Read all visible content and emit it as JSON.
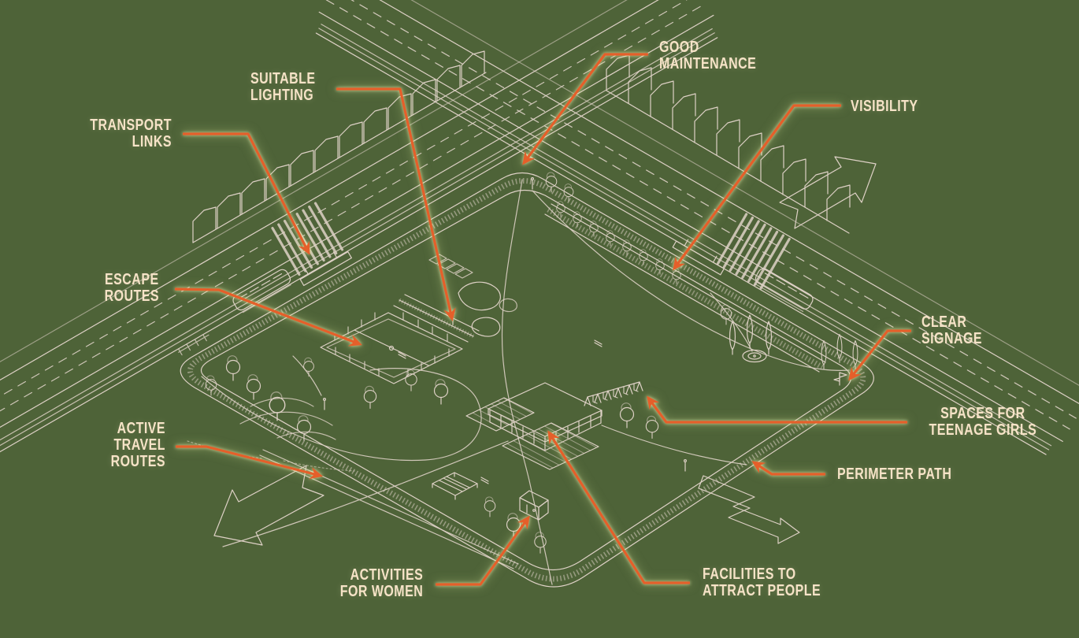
{
  "colors": {
    "background": "#4e6338",
    "line_art": "#ded1c6",
    "label_text": "#f6e3c7",
    "arrow": "#e55f2a"
  },
  "diagram": {
    "subject": "isometric park plan with safety design annotations"
  },
  "labels": [
    {
      "id": "suitable-lighting",
      "lines": [
        "SUITABLE",
        "LIGHTING"
      ]
    },
    {
      "id": "transport-links",
      "lines": [
        "TRANSPORT",
        "LINKS"
      ]
    },
    {
      "id": "good-maintenance",
      "lines": [
        "GOOD",
        "MAINTENANCE"
      ]
    },
    {
      "id": "visibility",
      "lines": [
        "VISIBILITY"
      ]
    },
    {
      "id": "escape-routes",
      "lines": [
        "ESCAPE",
        "ROUTES"
      ]
    },
    {
      "id": "clear-signage",
      "lines": [
        "CLEAR",
        "SIGNAGE"
      ]
    },
    {
      "id": "spaces-for-teenage-girls",
      "lines": [
        "SPACES FOR",
        "TEENAGE GIRLS"
      ]
    },
    {
      "id": "active-travel-routes",
      "lines": [
        "ACTIVE",
        "TRAVEL",
        "ROUTES"
      ]
    },
    {
      "id": "perimeter-path",
      "lines": [
        "PERIMETER PATH"
      ]
    },
    {
      "id": "activities-for-women",
      "lines": [
        "ACTIVITIES",
        "FOR WOMEN"
      ]
    },
    {
      "id": "facilities-to-attract-people",
      "lines": [
        "FACILITIES TO",
        "ATTRACT PEOPLE"
      ]
    }
  ]
}
